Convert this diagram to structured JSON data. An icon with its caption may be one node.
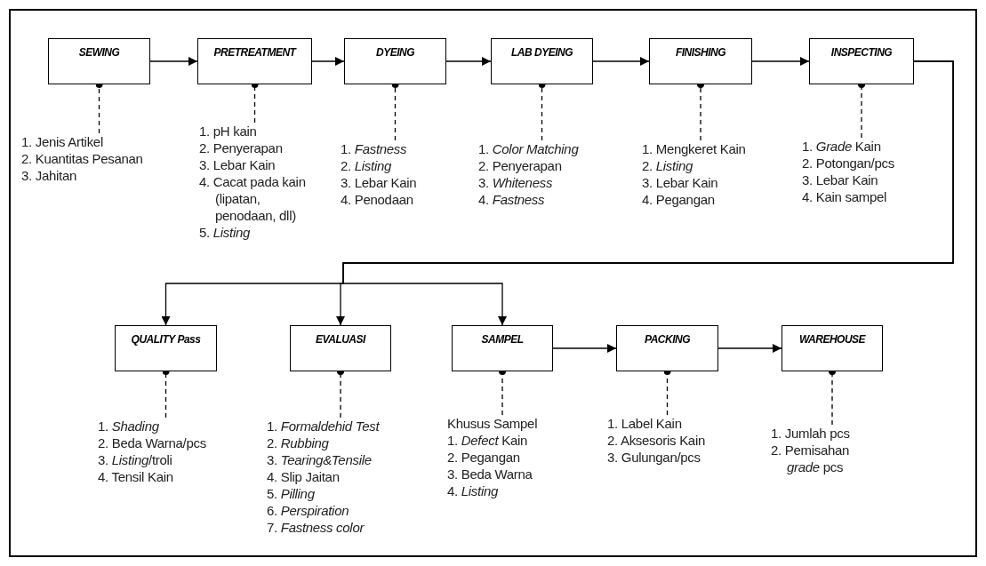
{
  "diagram": {
    "nodes": [
      {
        "text": [
          "SEWING"
        ]
      },
      {
        "text": [
          "1. Jenis Artikel",
          "2. Kuantitas Pesanan",
          "3. Jahitan"
        ]
      },
      {
        "text": [
          "PRETREATMENT"
        ]
      },
      {
        "text": [
          "1. pH kain",
          "2. Penyerapan",
          "3. Lebar Kain",
          "4. Cacat pada kain (lipatan, penodaan, dll)",
          "5. *Listing*"
        ]
      },
      {
        "text": [
          "DYEING"
        ]
      },
      {
        "text": [
          "1. *Fastness*",
          "2. *Listing*",
          "3. Lebar Kain",
          "4. Penodaan"
        ]
      },
      {
        "text": [
          "LAB DYEING"
        ]
      },
      {
        "text": [
          "1. *Color Matching*",
          "2. Penyerapan",
          "3. *Whiteness*",
          "4. *Fastness*"
        ]
      },
      {
        "text": [
          "FINISHING"
        ]
      },
      {
        "text": [
          "1. Mengkeret Kain",
          "2. *Listing*",
          "3. Lebar Kain",
          "4. Pegangan"
        ]
      },
      {
        "text": [
          "INSPECTING"
        ]
      },
      {
        "text": [
          "1. *Grade* Kain",
          "2. Potongan/pcs",
          "3. Lebar Kain",
          "4. Kain sampel"
        ]
      },
      {
        "text": [
          "QUALITY Pass"
        ]
      },
      {
        "text": [
          "1. *Shading*",
          "2. Beda Warna/pcs",
          "3. *Listing*/troli",
          "4. Tensil Kain"
        ]
      },
      {
        "text": [
          "EVALUASI"
        ]
      },
      {
        "text": [
          "1. *Formaldehid Test*",
          "2. *Rubbing*",
          "3. *Tearing&Tensile*",
          "4. Slip Jaitan",
          "5. *Pilling*",
          "6. *Perspiration*",
          "7. *Fastness color*"
        ]
      },
      {
        "text": [
          "SAMPEL"
        ]
      },
      {
        "text": [
          "Khusus Sampel",
          "1. *Defect* Kain",
          "2. Pegangan",
          "3. Beda Warna",
          "4. *Listing*"
        ]
      },
      {
        "text": [
          "PACKING"
        ]
      },
      {
        "text": [
          "1. Label Kain",
          "2. Aksesoris Kain",
          "3. Gulungan/pcs"
        ]
      },
      {
        "text": [
          "WAREHOUSE"
        ]
      },
      {
        "text": [
          "1. Jumlah pcs",
          "2. Pemisahan *grade* pcs"
        ]
      }
    ],
    "edges": [
      {
        "from": 0,
        "to": 2,
        "arrow": "to"
      },
      {
        "from": 2,
        "to": 4,
        "arrow": "to"
      },
      {
        "from": 4,
        "to": 6,
        "arrow": "to"
      },
      {
        "from": 6,
        "to": 8,
        "arrow": "to"
      },
      {
        "from": 8,
        "to": 10,
        "arrow": "to"
      },
      {
        "from": 10,
        "to": 12,
        "arrow": "to"
      },
      {
        "from": 10,
        "to": 14,
        "arrow": "to"
      },
      {
        "from": 10,
        "to": 16,
        "arrow": "to"
      },
      {
        "from": 16,
        "to": 18,
        "arrow": "to"
      },
      {
        "from": 18,
        "to": 20,
        "arrow": "to"
      },
      {
        "from": 1,
        "to": 0,
        "arrow": "other",
        "style": "dashed"
      },
      {
        "from": 3,
        "to": 2,
        "arrow": "other",
        "style": "dashed"
      },
      {
        "from": 5,
        "to": 4,
        "arrow": "other",
        "style": "dashed"
      },
      {
        "from": 7,
        "to": 6,
        "arrow": "other",
        "style": "dashed"
      },
      {
        "from": 9,
        "to": 8,
        "arrow": "other",
        "style": "dashed"
      },
      {
        "from": 11,
        "to": 10,
        "arrow": "other",
        "style": "dashed"
      },
      {
        "from": 13,
        "to": 12,
        "arrow": "other",
        "style": "dashed"
      },
      {
        "from": 15,
        "to": 14,
        "arrow": "other",
        "style": "dashed"
      },
      {
        "from": 17,
        "to": 16,
        "arrow": "other",
        "style": "dashed"
      },
      {
        "from": 19,
        "to": 18,
        "arrow": "other",
        "style": "dashed"
      },
      {
        "from": 21,
        "to": 20,
        "arrow": "other",
        "style": "dashed"
      }
    ]
  }
}
